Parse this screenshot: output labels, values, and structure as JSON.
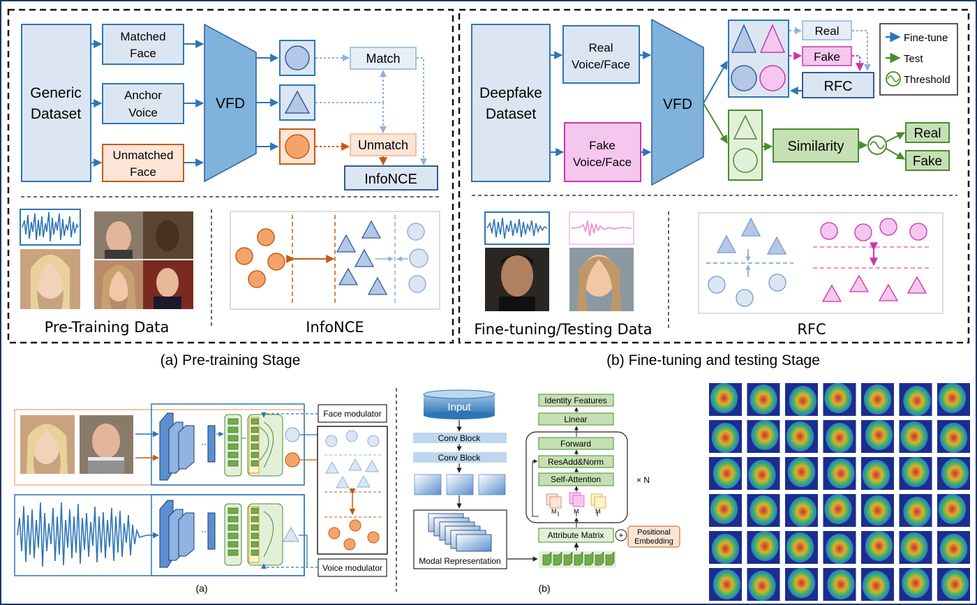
{
  "panel_a": {
    "generic_dataset_l1": "Generic",
    "generic_dataset_l2": "Dataset",
    "matched_face_l1": "Matched",
    "matched_face_l2": "Face",
    "anchor_voice_l1": "Anchor",
    "anchor_voice_l2": "Voice",
    "unmatched_face_l1": "Unmatched",
    "unmatched_face_l2": "Face",
    "vfd": "VFD",
    "match": "Match",
    "unmatch": "Unmatch",
    "infonce_box": "InfoNCE",
    "pretraining_data": "Pre-Training Data",
    "infonce_label": "InfoNCE",
    "caption": "(a) Pre-training Stage"
  },
  "panel_b": {
    "deepfake_dataset_l1": "Deepfake",
    "deepfake_dataset_l2": "Dataset",
    "real_vf_l1": "Real",
    "real_vf_l2": "Voice/Face",
    "fake_vf_l1": "Fake",
    "fake_vf_l2": "Voice/Face",
    "vfd": "VFD",
    "real": "Real",
    "fake": "Fake",
    "rfc_box": "RFC",
    "similarity": "Similarity",
    "out_real": "Real",
    "out_fake": "Fake",
    "legend_finetune": "Fine-tune",
    "legend_test": "Test",
    "legend_threshold": "Threshold",
    "finetune_data": "Fine-tuning/Testing Data",
    "rfc_label": "RFC",
    "caption": "(b) Fine-tuning and testing Stage"
  },
  "bottom_a": {
    "face_modulator": "Face modulator",
    "voice_modulator": "Voice modulator",
    "caption": "(a)"
  },
  "bottom_b": {
    "input": "Input",
    "conv_block_1": "Conv Block",
    "conv_block_2": "Conv Block",
    "modal_representation": "Modal Representation",
    "identity_features": "Identity Features",
    "linear": "Linear",
    "forward": "Forward",
    "resadd_norm": "ResAdd&Norm",
    "self_attention": "Self-Attention",
    "times_n": "× N",
    "attribute_matrix": "Attribute Matrix",
    "positional_l1": "Positional",
    "positional_l2": "Embedding",
    "mq": "M",
    "mk": "M",
    "mv": "M",
    "caption": "(b)"
  },
  "colors": {
    "blue_fill": "#dce6f2",
    "blue_stroke": "#2e5d99",
    "vfd_blue": "#7fb3dc",
    "orange_fill": "#f4a46a",
    "orange_stroke": "#c55a11",
    "pink_fill": "#f6c7ee",
    "pink_stroke": "#cc33aa",
    "green_fill": "#c5e0b4",
    "green_stroke": "#4a8c2a",
    "frame": "#1f3864"
  }
}
